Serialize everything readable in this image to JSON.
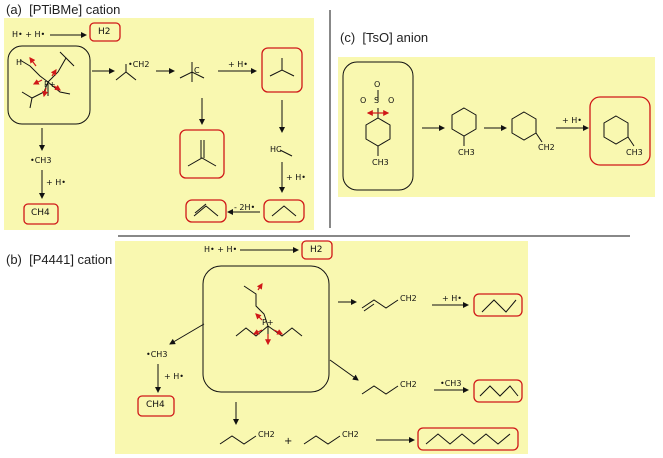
{
  "panels": {
    "a": {
      "label": "(a)",
      "title": "[PTiBMe] cation"
    },
    "b": {
      "label": "(b)",
      "title": "[P4441] cation"
    },
    "c": {
      "label": "(c)",
      "title": "[TsO] anion"
    }
  },
  "texts": {
    "h_plus_h": "H• + H•",
    "h2": "H2",
    "h_label": "H",
    "p_plus": "P+",
    "ch2_rad": "•CH2",
    "c_rad": "C",
    "plus_h": "+ H•",
    "hc_rad": "HC",
    "ch3_rad": "•CH3",
    "ch4": "CH4",
    "minus_2h": "- 2H•",
    "o_minus": "O",
    "s_label": "S",
    "o_label": "O",
    "ch3": "CH3",
    "ch2": "CH2"
  },
  "colors": {
    "background": "#f9f8b0",
    "highlight": "#d01818",
    "line": "#111111"
  }
}
